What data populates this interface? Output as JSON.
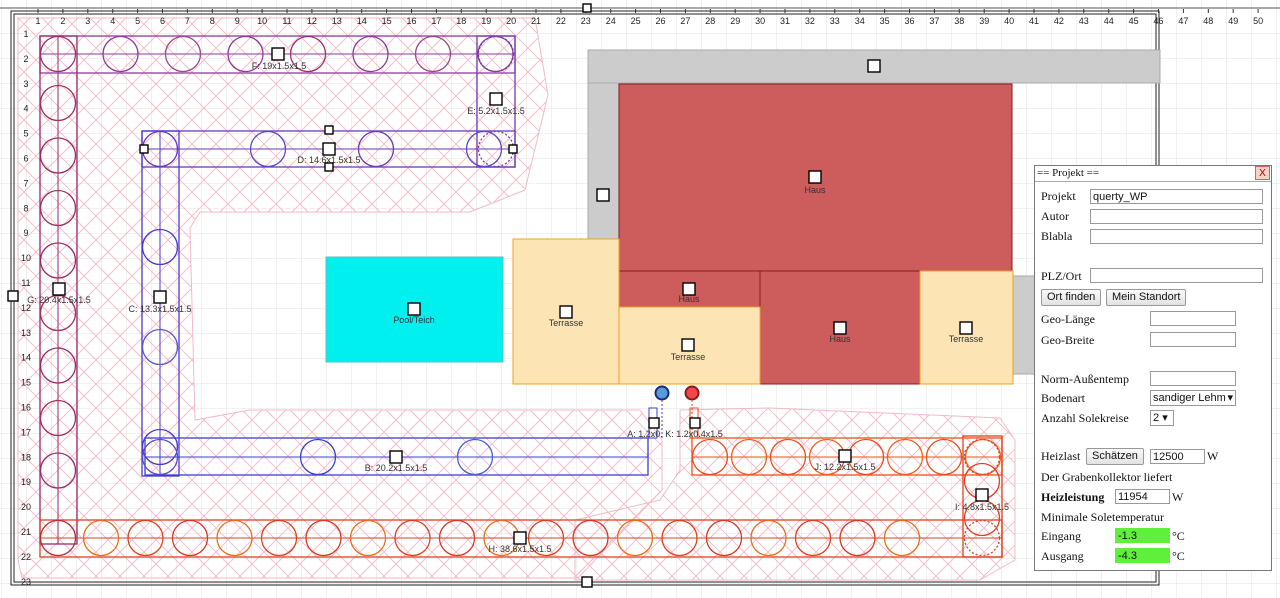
{
  "ruler": {
    "top": [
      "1",
      "2",
      "3",
      "4",
      "5",
      "6",
      "7",
      "8",
      "9",
      "10",
      "11",
      "12",
      "13",
      "14",
      "15",
      "16",
      "17",
      "18",
      "19",
      "20",
      "21",
      "22",
      "23",
      "24",
      "25",
      "26",
      "27",
      "28",
      "29",
      "30",
      "31",
      "32",
      "33",
      "34",
      "35",
      "36",
      "37",
      "38",
      "39",
      "40",
      "41",
      "42",
      "43",
      "44",
      "45",
      "46",
      "47",
      "48",
      "49",
      "50"
    ],
    "left": [
      "1",
      "2",
      "3",
      "4",
      "5",
      "6",
      "7",
      "8",
      "9",
      "10",
      "11",
      "12",
      "13",
      "14",
      "15",
      "16",
      "17",
      "18",
      "19",
      "20",
      "21",
      "22",
      "23"
    ]
  },
  "areas": {
    "haus_main": "Haus",
    "haus_left": "Haus",
    "haus_right": "Haus",
    "terrasse_left": "Terrasse",
    "terrasse_mid": "Terrasse",
    "terrasse_right": "Terrasse",
    "pool": "Pool/Teich"
  },
  "collectors": {
    "F": "F: 19x1.5x1.5",
    "E": "E: 5.2x1.5x1.5",
    "D": "D: 14.6x1.5x1.5",
    "G": "G: 20.4x1.5x1.5",
    "C": "C: 13.3x1.5x1.5",
    "B": "B: 20.2x1.5x1.5",
    "AK": "A: 1.2x0. K: 1.2x0.4x1.5",
    "J": "J: 12.2x1.5x1.5",
    "I": "I: 4.8x1.5x1.5",
    "H": "H: 38.6x1.5x1.5"
  },
  "colors": {
    "haus": "#cd5c5c",
    "terrasse": "#fde4b4",
    "pool": "#00f0f0",
    "purple": "#8e3a9e",
    "blue": "#4040c8",
    "orange_red": "#e8501c",
    "hatch": "#f4b8c4",
    "panel_green": "#5ef03a"
  },
  "panel": {
    "title": "== Projekt ==",
    "close": "X",
    "projekt_label": "Projekt",
    "projekt_value": "querty_WP",
    "autor_label": "Autor",
    "autor_value": "",
    "blabla_label": "Blabla",
    "blabla_value": "",
    "plz_label": "PLZ/Ort",
    "plz_value": "",
    "ort_finden": "Ort finden",
    "mein_standort": "Mein Standort",
    "geo_laenge_label": "Geo-Länge",
    "geo_breite_label": "Geo-Breite",
    "norm_label": "Norm-Außentemp",
    "boden_label": "Bodenart",
    "boden_value": "sandiger Lehm",
    "solekreise_label": "Anzahl Solekreise",
    "solekreise_value": "2",
    "heizlast_label": "Heizlast",
    "schaetzen": "Schätzen",
    "heizlast_value": "12500",
    "heizlast_unit": "W",
    "liefert_text": "Der Grabenkollektor liefert",
    "heizleistung_label": "Heizleistung",
    "heizleistung_value": "11954",
    "heizleistung_unit": "W",
    "min_sole_text": "Minimale Soletemperatur",
    "eingang_label": "Eingang",
    "eingang_value": "-1.3",
    "eingang_unit": "°C",
    "ausgang_label": "Ausgang",
    "ausgang_value": "-4.3",
    "ausgang_unit": "°C"
  }
}
